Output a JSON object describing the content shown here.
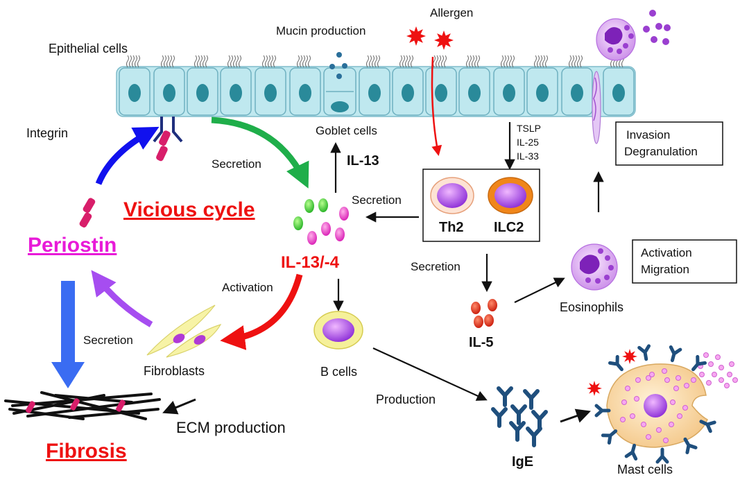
{
  "labels": {
    "epithelial_cells": "Epithelial  cells",
    "mucin_production": "Mucin production",
    "allergen": "Allergen",
    "goblet_cells": "Goblet cells",
    "integrin": "Integrin",
    "secretion_epi": "Secretion",
    "il13": "IL-13",
    "tslp": "TSLP",
    "il25": "IL-25",
    "il33": "IL-33",
    "invasion": "Invasion",
    "degranulation": "Degranulation",
    "secretion_th2": "Secretion",
    "vicious_cycle": "Vicious cycle",
    "th2": "Th2",
    "ilc2": "ILC2",
    "periostin": "Periostin",
    "il13_4": "IL-13/-4",
    "activation_migration_1": "Activation",
    "activation_migration_2": "Migration",
    "secretion_il5": "Secretion",
    "activation_fibro": "Activation",
    "eosinophils": "Eosinophils",
    "secretion_fibro": "Secretion",
    "il5": "IL-5",
    "fibroblasts": "Fibroblasts",
    "b_cells": "B cells",
    "production": "Production",
    "ecm_production": "ECM production",
    "fibrosis": "Fibrosis",
    "ige": "IgE",
    "mast_cells": "Mast cells"
  },
  "colors": {
    "epithelium": "#bfe8ef",
    "nucleus": "#2a8a9a",
    "green_arrow": "#1fae4a",
    "red_arrow": "#ee1111",
    "blue_arrow": "#1111ee",
    "purple_arrow": "#a64df0",
    "fibrosis_arrow": "#3a6cf2",
    "periostin": "#d81e6a",
    "ige": "#1f4f7d"
  }
}
